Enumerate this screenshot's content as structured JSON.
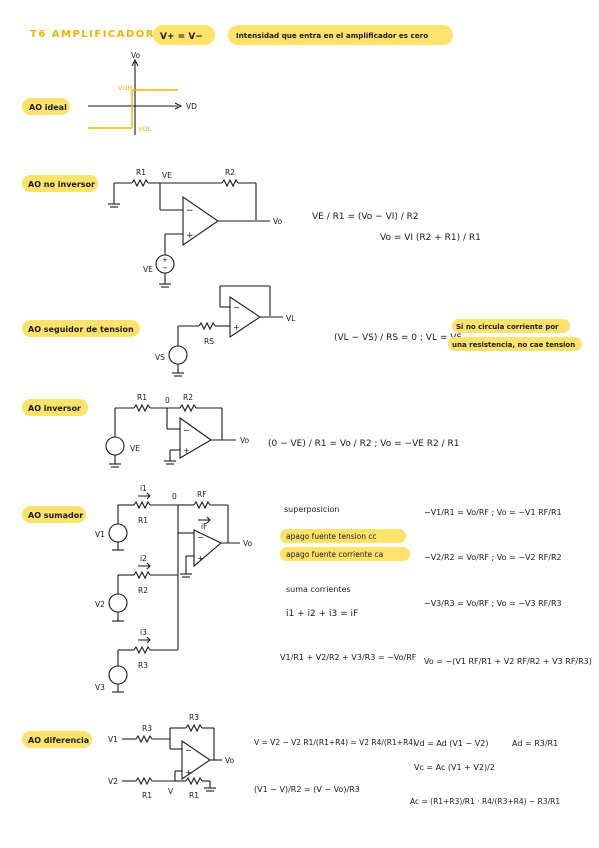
{
  "colors": {
    "accent": "#f2b300",
    "highlight": "#fde26c",
    "ink": "#1a1a1a"
  },
  "header": {
    "title": "T6 AMPLIFICADORES",
    "rule": "V+ = V−",
    "note": "Intensidad que entra en el amplificador es cero"
  },
  "ideal": {
    "badge": "AO ideal",
    "vo": "Vo",
    "vd": "VD",
    "voh": "VOH",
    "vol": "VOL"
  },
  "no_inversor": {
    "badge": "AO no inversor",
    "r1": "R1",
    "r2": "R2",
    "ve": "VE",
    "vo": "Vo",
    "vi": "VE",
    "eq1": "VE / R1 = (Vo − VI) / R2",
    "eq2": "Vo = VI (R2 + R1) / R1"
  },
  "seguidor": {
    "badge": "AO seguidor de tension",
    "rs": "RS",
    "vs": "VS",
    "vl": "VL",
    "eq": "(VL − VS) / RS = 0 ; VL = VS",
    "note1": "Si no circula corriente por",
    "note2": "una resistencia, no cae tension"
  },
  "inversor": {
    "badge": "AO inversor",
    "r1": "R1",
    "r2": "R2",
    "node": "0",
    "ve": "VE",
    "vo": "Vo",
    "eq": "(0 − VE) / R1 = Vo / R2 ; Vo = −VE R2 / R1"
  },
  "sumador": {
    "badge": "AO sumador",
    "rf": "RF",
    "r1": "R1",
    "r2": "R2",
    "r3": "R3",
    "i1": "i1",
    "i2": "i2",
    "i3": "i3",
    "if": "iF",
    "v1": "V1",
    "v2": "V2",
    "v3": "V3",
    "vo": "Vo",
    "node": "0",
    "superposicion": "superposicion",
    "apagado1": "apago fuente tension cc",
    "apagado2": "apago fuente corriente ca",
    "suma": "suma corrientes",
    "kcl": "i1 + i2 + i3 = iF",
    "sum_eq": "V1/R1 + V2/R2 + V3/R3 = −Vo/RF",
    "eq1": "−V1/R1 = Vo/RF ; Vo = −V1 RF/R1",
    "eq2": "−V2/R2 = Vo/RF ; Vo = −V2 RF/R2",
    "eq3": "−V3/R3 = Vo/RF ; Vo = −V3 RF/R3",
    "total": "Vo = −(V1 RF/R1 + V2 RF/R2 + V3 RF/R3)"
  },
  "diferencia": {
    "badge": "AO diferencia",
    "r1a": "R1",
    "r1b": "R1",
    "r3a": "R3",
    "r3b": "R3",
    "v1": "V1",
    "v2": "V2",
    "vo": "Vo",
    "v": "V",
    "eq_v": "V = V2 − V2 R1/(R1+R4) = V2 R4/(R1+R4)",
    "eq_i": "(V1 − V)/R2 = (V − Vo)/R3",
    "vd": "Vd = Ad (V1 − V2)",
    "ad": "Ad = R3/R1",
    "vc": "Vc = Ac (V1 + V2)/2",
    "ac": "Ac = (R1+R3)/R1 · R4/(R3+R4) − R3/R1"
  }
}
